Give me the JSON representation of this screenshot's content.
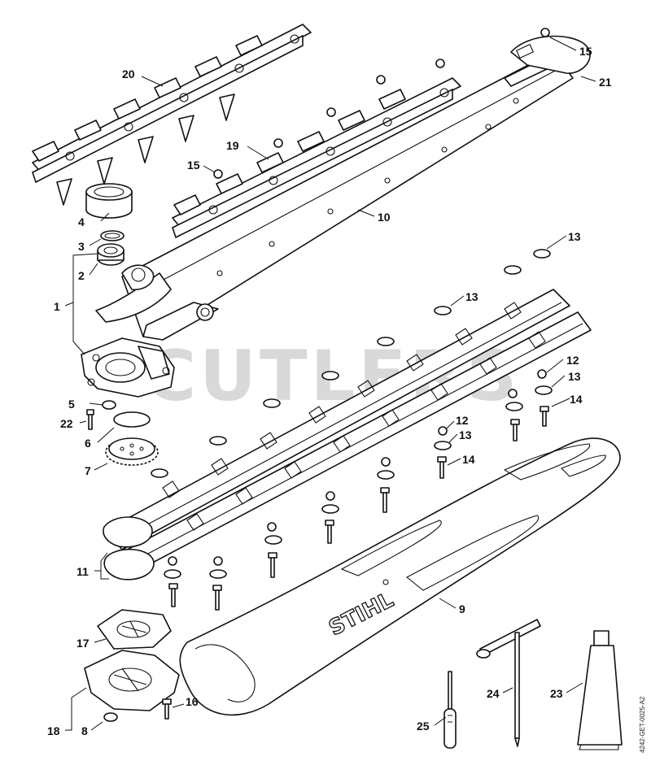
{
  "diagram": {
    "drawing_code": "4242-GET-0025-A2",
    "watermark": "CUTLERS",
    "brand": "STIHL",
    "callouts": {
      "c1": "1",
      "c2": "2",
      "c3": "3",
      "c4": "4",
      "c5": "5",
      "c6": "6",
      "c7": "7",
      "c8": "8",
      "c9": "9",
      "c10": "10",
      "c11": "11",
      "c12a": "12",
      "c12b": "12",
      "c13a": "13",
      "c13b": "13",
      "c13c": "13",
      "c13d": "13",
      "c14a": "14",
      "c14b": "14",
      "c15a": "15",
      "c15b": "15",
      "c16": "16",
      "c17": "17",
      "c18": "18",
      "c19": "19",
      "c20": "20",
      "c21": "21",
      "c22": "22",
      "c23": "23",
      "c24": "24",
      "c25": "25"
    }
  }
}
